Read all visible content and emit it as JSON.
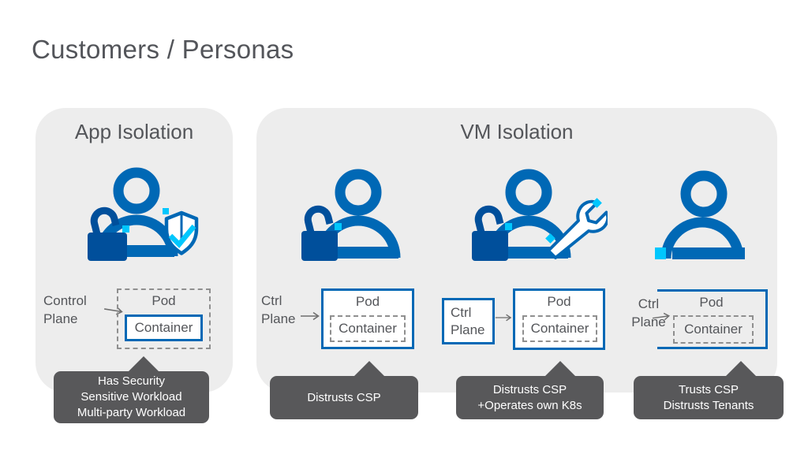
{
  "title": "Customers / Personas",
  "colors": {
    "person_blue": "#0068B5",
    "lock_blue": "#004F9B",
    "accent_cyan": "#00C7FD",
    "panel_bg": "#EDEDED",
    "callout_bg": "#58585A",
    "text_gray": "#54565A"
  },
  "app_panel": {
    "heading": "App Isolation",
    "persona": {
      "icon": "user-lock-shield-icon",
      "control_label": "Control\nPlane",
      "pod_label": "Pod",
      "container_label": "Container",
      "callout": "Has Security\nSensitive Workload\nMulti-party Workload"
    }
  },
  "vm_panel": {
    "heading": "VM Isolation",
    "personas": [
      {
        "icon": "user-lock-icon",
        "control_label": "Ctrl\nPlane",
        "pod_label": "Pod",
        "container_label": "Container",
        "callout": "Distrusts CSP"
      },
      {
        "icon": "user-lock-wrench-icon",
        "control_label": "Ctrl\nPlane",
        "pod_label": "Pod",
        "container_label": "Container",
        "callout": "Distrusts CSP\n+Operates own K8s"
      },
      {
        "icon": "user-icon",
        "control_label": "Ctrl\nPlane",
        "pod_label": "Pod",
        "container_label": "Container",
        "callout": "Trusts CSP\nDistrusts Tenants"
      }
    ]
  }
}
